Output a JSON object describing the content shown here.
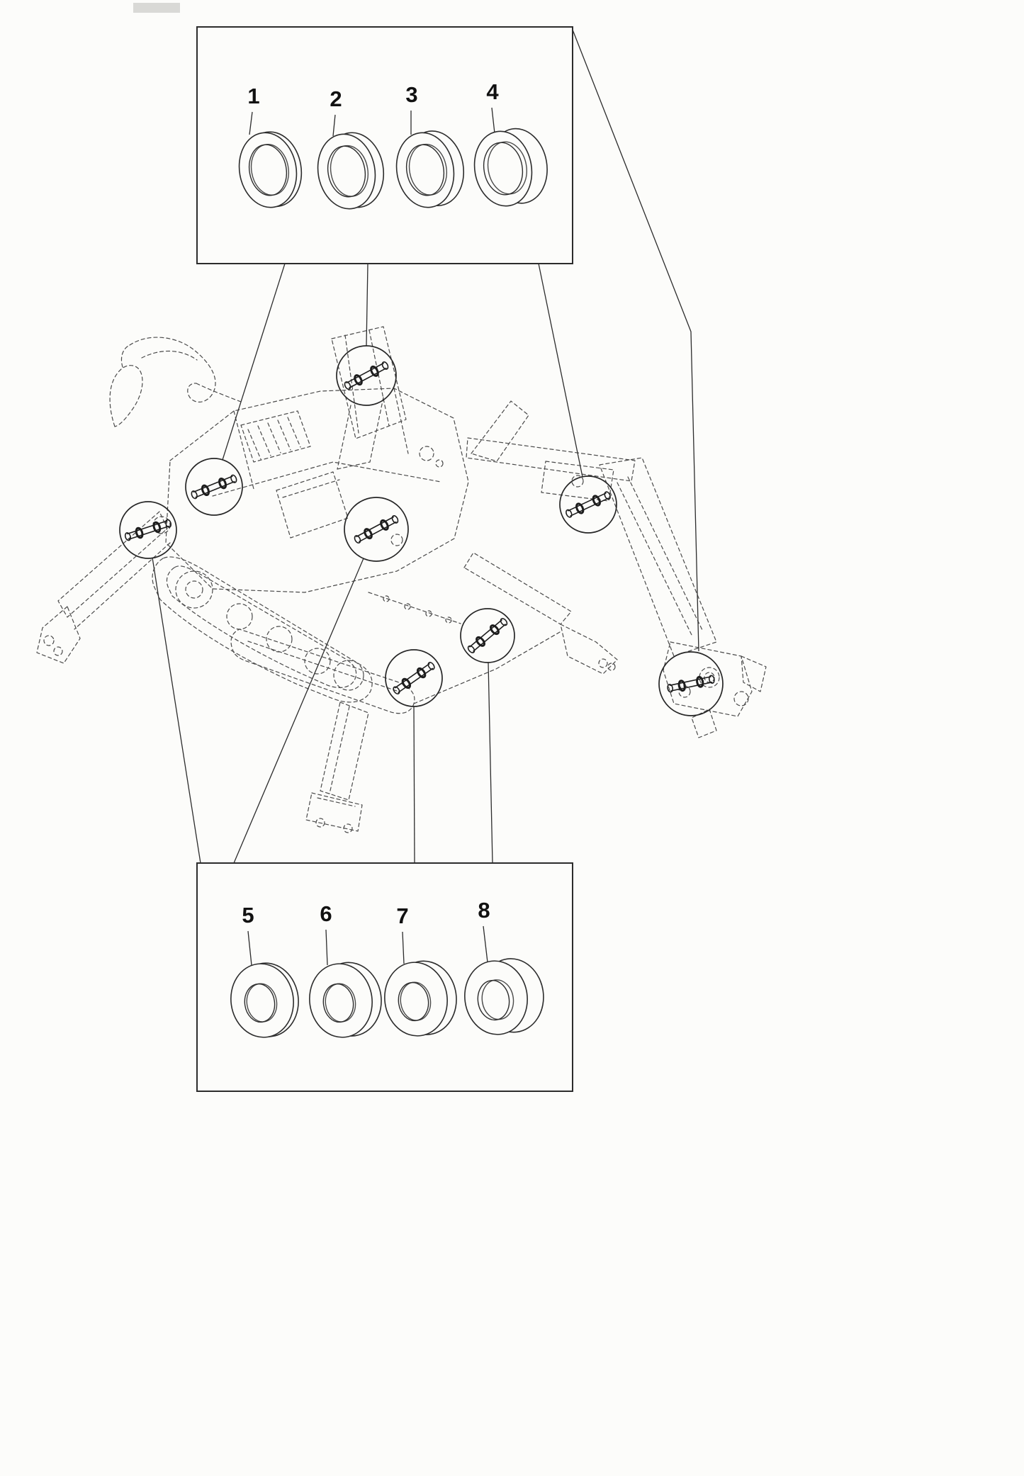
{
  "colors": {
    "outline": "#2c2c2c",
    "dashed_line": "#4a4a4a",
    "background": "#fcfcfa"
  },
  "top_box": {
    "items": [
      {
        "label": "1"
      },
      {
        "label": "2"
      },
      {
        "label": "3"
      },
      {
        "label": "4"
      }
    ]
  },
  "bottom_box": {
    "items": [
      {
        "label": "5"
      },
      {
        "label": "6"
      },
      {
        "label": "7"
      },
      {
        "label": "8"
      }
    ]
  }
}
